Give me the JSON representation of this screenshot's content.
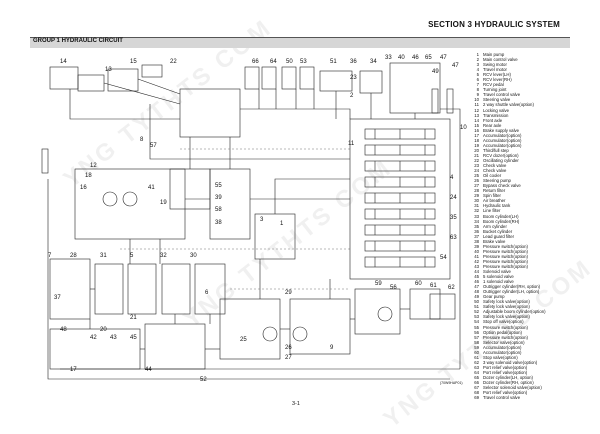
{
  "header": {
    "section_title": "SECTION 3 HYDRAULIC SYSTEM",
    "group_title": "GROUP 1 HYDRAULIC CIRCUIT"
  },
  "diagram": {
    "callouts": [
      "14",
      "13",
      "15",
      "22",
      "66",
      "64",
      "50",
      "53",
      "51",
      "36",
      "34",
      "33",
      "40",
      "46",
      "65",
      "47",
      "47",
      "49",
      "23",
      "2",
      "11",
      "10",
      "12",
      "18",
      "16",
      "41",
      "19",
      "55",
      "39",
      "58",
      "38",
      "8",
      "57",
      "3",
      "1",
      "7",
      "28",
      "31",
      "5",
      "32",
      "30",
      "37",
      "21",
      "6",
      "48",
      "20",
      "25",
      "26",
      "27",
      "9",
      "17",
      "44",
      "59",
      "56",
      "60",
      "61",
      "62",
      "42",
      "43",
      "45",
      "52",
      "24",
      "35",
      "63",
      "54",
      "4",
      "29"
    ],
    "circuit_color": "#222222",
    "muted_color": "#777777"
  },
  "legend": {
    "items": [
      {
        "num": "1",
        "label": "Main pump"
      },
      {
        "num": "2",
        "label": "Main control valve"
      },
      {
        "num": "3",
        "label": "Swing motor"
      },
      {
        "num": "4",
        "label": "Travel motor"
      },
      {
        "num": "5",
        "label": "RCV lever(LH)"
      },
      {
        "num": "6",
        "label": "RCV lever(RH)"
      },
      {
        "num": "7",
        "label": "RCV pedal"
      },
      {
        "num": "8",
        "label": "Turning joint"
      },
      {
        "num": "9",
        "label": "Travel control valve"
      },
      {
        "num": "10",
        "label": "Steering valve"
      },
      {
        "num": "11",
        "label": "2 way shuttle valve(option)"
      },
      {
        "num": "12",
        "label": "Locking valve"
      },
      {
        "num": "13",
        "label": "Transmission"
      },
      {
        "num": "14",
        "label": "Front axle"
      },
      {
        "num": "15",
        "label": "Rear axle"
      },
      {
        "num": "16",
        "label": "Brake supply valve"
      },
      {
        "num": "17",
        "label": "Accumulator(option)"
      },
      {
        "num": "18",
        "label": "Accumulator(option)"
      },
      {
        "num": "19",
        "label": "Accumulator(option)"
      },
      {
        "num": "20",
        "label": "Third/full step"
      },
      {
        "num": "21",
        "label": "RCV dozer(option)"
      },
      {
        "num": "22",
        "label": "Oscillating cylinder"
      },
      {
        "num": "23",
        "label": "Check valve"
      },
      {
        "num": "24",
        "label": "Check valve"
      },
      {
        "num": "25",
        "label": "Oil cooler"
      },
      {
        "num": "26",
        "label": "Steering pump"
      },
      {
        "num": "27",
        "label": "Bypass check valve"
      },
      {
        "num": "28",
        "label": "Return filter"
      },
      {
        "num": "29",
        "label": "Spin filter"
      },
      {
        "num": "30",
        "label": "Air breather"
      },
      {
        "num": "31",
        "label": "Hydraulic tank"
      },
      {
        "num": "32",
        "label": "Line filter"
      },
      {
        "num": "33",
        "label": "Boom cylinder(LH)"
      },
      {
        "num": "34",
        "label": "Boom cylinder(RH)"
      },
      {
        "num": "35",
        "label": "Arm cylinder"
      },
      {
        "num": "36",
        "label": "Bucket cylinder"
      },
      {
        "num": "37",
        "label": "Lead guard filter"
      },
      {
        "num": "38",
        "label": "Brake valve"
      },
      {
        "num": "39",
        "label": "Pressure switch(option)"
      },
      {
        "num": "40",
        "label": "Pressure switch(option)"
      },
      {
        "num": "41",
        "label": "Pressure switch(option)"
      },
      {
        "num": "42",
        "label": "Pressure switch(option)"
      },
      {
        "num": "43",
        "label": "Pressure switch(option)"
      },
      {
        "num": "44",
        "label": "Solenoid valve"
      },
      {
        "num": "45",
        "label": "5 solenoid valve"
      },
      {
        "num": "46",
        "label": "1 solenoid valve"
      },
      {
        "num": "47",
        "label": "Outrigger cylinder(RH, option)"
      },
      {
        "num": "48",
        "label": "Outrigger cylinder(LH, option)"
      },
      {
        "num": "49",
        "label": "Gear pump"
      },
      {
        "num": "50",
        "label": "Safety lock valve(option)"
      },
      {
        "num": "51",
        "label": "Safety lock valve(option)"
      },
      {
        "num": "52",
        "label": "Adjustable boom cylinder(option)"
      },
      {
        "num": "53",
        "label": "Safety lock valve(option)"
      },
      {
        "num": "54",
        "label": "Stop off valve(option)"
      },
      {
        "num": "55",
        "label": "Pressure switch(option)"
      },
      {
        "num": "56",
        "label": "Option pedal(option)"
      },
      {
        "num": "57",
        "label": "Pressure switch(option)"
      },
      {
        "num": "58",
        "label": "Selector valve(option)"
      },
      {
        "num": "59",
        "label": "Accumulator(option)"
      },
      {
        "num": "60",
        "label": "Accumulator(option)"
      },
      {
        "num": "61",
        "label": "Stop valve(option)"
      },
      {
        "num": "62",
        "label": "3 way solenoid valve(option)"
      },
      {
        "num": "63",
        "label": "Port relief valve(option)"
      },
      {
        "num": "64",
        "label": "Port relief valve(option)"
      },
      {
        "num": "65",
        "label": "Dozer cylinder(LH, option)"
      },
      {
        "num": "66",
        "label": "Dozer cylinder(RH, option)"
      },
      {
        "num": "67",
        "label": "Selector solenoid valve(option)"
      },
      {
        "num": "68",
        "label": "Port relief valve(option)"
      },
      {
        "num": "69",
        "label": "Travel control valve"
      }
    ]
  },
  "footer": {
    "figure_code": "(70W9HAP01)",
    "page_number": "3-1"
  },
  "watermark": {
    "text": "YNG TYTHTS COM"
  }
}
